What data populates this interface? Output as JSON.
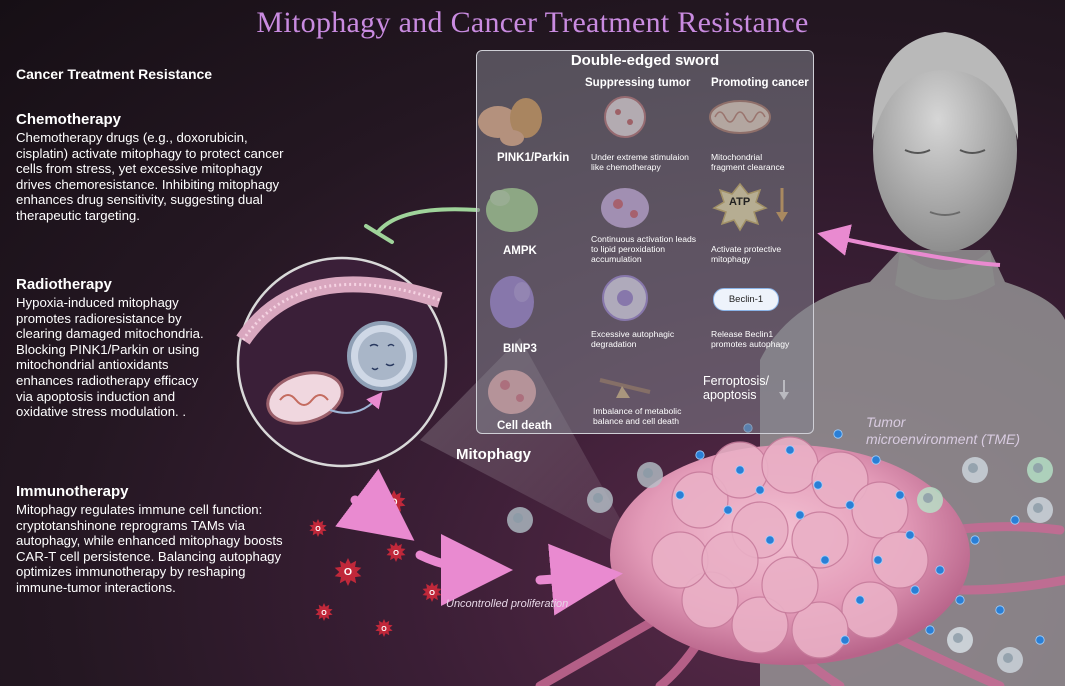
{
  "title": "Mitophagy and Cancer Treatment Resistance",
  "left": {
    "heading": "Cancer Treatment Resistance",
    "chemo": {
      "head": "Chemotherapy",
      "lines": [
        "Chemotherapy drugs (e.g., doxorubicin,",
        "cisplatin) activate mitophagy to protect cancer",
        "cells from stress, yet excessive mitophagy",
        "drives chemoresistance. Inhibiting mitophagy",
        "enhances drug sensitivity, suggesting dual",
        "therapeutic targeting."
      ]
    },
    "radio": {
      "head": "Radiotherapy",
      "lines": [
        "Hypoxia-induced mitophagy",
        "promotes radioresistance by",
        "clearing damaged mitochondria.",
        "Blocking PINK1/Parkin or using",
        "mitochondrial antioxidants",
        "enhances radiotherapy efficacy",
        "via apoptosis induction and",
        "oxidative stress modulation. ."
      ]
    },
    "immuno": {
      "head": "Immunotherapy",
      "lines": [
        "Mitophagy regulates immune cell function:",
        "cryptotanshinone reprograms TAMs via",
        "autophagy, while enhanced mitophagy boosts",
        "CAR-T cell persistence. Balancing autophagy",
        "optimizes immunotherapy by reshaping",
        "immune-tumor interactions."
      ]
    }
  },
  "panel": {
    "title": "Double-edged sword",
    "col_suppress": "Suppressing tumor",
    "col_promote": "Promoting cancer",
    "rows": [
      {
        "label": "PINK1/Parkin",
        "suppress": [
          "Under extreme stimulaion",
          "like chemotherapy"
        ],
        "promote": [
          "Mitochondrial",
          "fragment clearance"
        ]
      },
      {
        "label": "AMPK",
        "suppress": [
          "Continuous activation leads",
          "to  lipid peroxidation",
          "accumulation"
        ],
        "promote": [
          "Activate protective",
          "mitophagy"
        ]
      },
      {
        "label": "BINP3",
        "suppress": [
          "Excessive autophagic",
          "degradation"
        ],
        "promote": [
          "Release Beclin1",
          "promotes autophagy"
        ]
      },
      {
        "label": "Cell death",
        "suppress": [
          "Imbalance of metabolic",
          "balance and cell death"
        ],
        "promote": [
          "Ferroptosis/",
          "apoptosis"
        ]
      }
    ],
    "atp": "ATP",
    "beclin": "Beclin-1"
  },
  "mitophagy_label": "Mitophagy",
  "tme_label": [
    "Tumor",
    "microenvironment (TME)"
  ],
  "uncontrolled": "Uncontrolled proliferation",
  "o2_label": "O",
  "colors": {
    "title": "#c98be0",
    "tumor": "#e8a0bc",
    "o2": "#c0283a",
    "arrow_pink": "#e98ad0",
    "arrow_green": "#9fd39a",
    "dot_blue": "#2a7fd6"
  }
}
